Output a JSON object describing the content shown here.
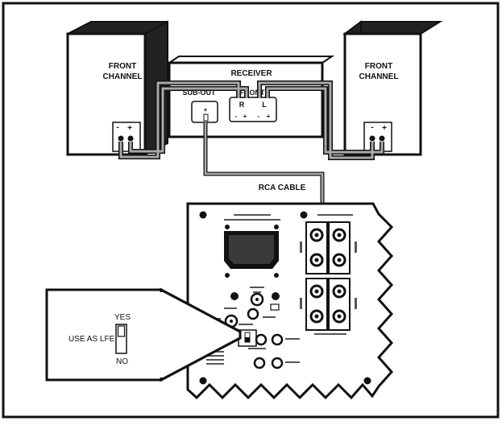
{
  "speakers": {
    "left_label_line1": "FRONT",
    "left_label_line2": "CHANNEL",
    "right_label_line1": "FRONT",
    "right_label_line2": "CHANNEL",
    "minus": "-",
    "plus": "+"
  },
  "receiver": {
    "title": "RECEIVER",
    "sub_out_label": "SUB-OUT",
    "front_label": "FRONT",
    "front_r": "R",
    "front_l": "L",
    "plus": "+",
    "minus": "-"
  },
  "cable": {
    "label": "RCA CABLE"
  },
  "callout": {
    "use_as_lfe": "USE AS LFE",
    "yes": "YES",
    "no": "NO"
  },
  "colors": {
    "line": "#111111",
    "wire_fill": "#a9a9a9",
    "background": "#ffffff"
  }
}
